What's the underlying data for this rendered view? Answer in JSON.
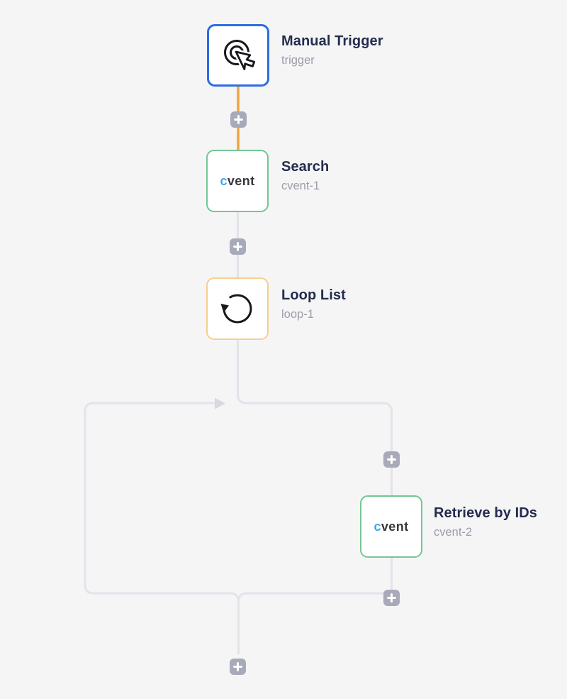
{
  "canvas": {
    "background": "#f5f5f6",
    "connector_color": "#e3e3ea",
    "trigger_connector_color": "#f1a33e",
    "return_arrow_color": "#d7d8e0",
    "add_button_color": "#a8a9b9"
  },
  "nodes": [
    {
      "id": "trigger",
      "title": "Manual Trigger",
      "subtitle": "trigger",
      "icon": "manual-trigger-icon",
      "border_color": "#2e6ce3"
    },
    {
      "id": "cvent-1",
      "title": "Search",
      "subtitle": "cvent-1",
      "icon": "cvent-logo",
      "border_color": "#72c794"
    },
    {
      "id": "loop-1",
      "title": "Loop List",
      "subtitle": "loop-1",
      "icon": "loop-icon",
      "border_color": "#f6ce8f"
    },
    {
      "id": "cvent-2",
      "title": "Retrieve by IDs",
      "subtitle": "cvent-2",
      "icon": "cvent-logo",
      "border_color": "#72c794"
    }
  ],
  "logo": {
    "c": "c",
    "rest": "vent"
  }
}
